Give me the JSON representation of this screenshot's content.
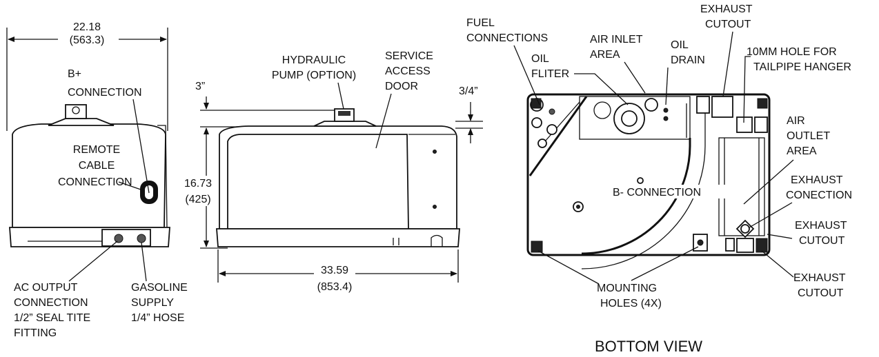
{
  "front_view": {
    "width_in": "22.18",
    "width_mm": "(563.3)",
    "b_plus_1": "B+",
    "b_plus_2": "CONNECTION",
    "remote_1": "REMOTE",
    "remote_2": "CABLE",
    "remote_3": "CONNECTION",
    "ac_1": "AC OUTPUT",
    "ac_2": "CONNECTION",
    "ac_3": "1/2” SEAL TITE",
    "ac_4": "FITTING",
    "gas_1": "GASOLINE",
    "gas_2": "SUPPLY",
    "gas_3": "1/4” HOSE"
  },
  "side_view": {
    "pump_1": "HYDRAULIC",
    "pump_2": "PUMP (OPTION)",
    "door_1": "SERVICE",
    "door_2": "ACCESS",
    "door_3": "DOOR",
    "dim_3in": "3”",
    "dim_34in": "3/4”",
    "height_in": "16.73",
    "height_mm": "(425)",
    "length_in": "33.59",
    "length_mm": "(853.4)"
  },
  "bottom_view": {
    "title": "BOTTOM VIEW",
    "fuel_1": "FUEL",
    "fuel_2": "CONNECTIONS",
    "oil_f_1": "OIL",
    "oil_f_2": "FLITER",
    "air_in_1": "AIR INLET",
    "air_in_2": "AREA",
    "oil_d_1": "OIL",
    "oil_d_2": "DRAIN",
    "exh_top_1": "EXHAUST",
    "exh_top_2": "CUTOUT",
    "hole_1": "10MM HOLE FOR",
    "hole_2": "TAILPIPE HANGER",
    "air_out_1": "AIR",
    "air_out_2": "OUTLET",
    "air_out_3": "AREA",
    "b_minus": "B- CONNECTION",
    "exh_con_1": "EXHAUST",
    "exh_con_2": "CONECTION",
    "exh_mid_1": "EXHAUST",
    "exh_mid_2": "CUTOUT",
    "exh_bot_1": "EXHAUST",
    "exh_bot_2": "CUTOUT",
    "mount_1": "MOUNTING",
    "mount_2": "HOLES (4X)"
  }
}
